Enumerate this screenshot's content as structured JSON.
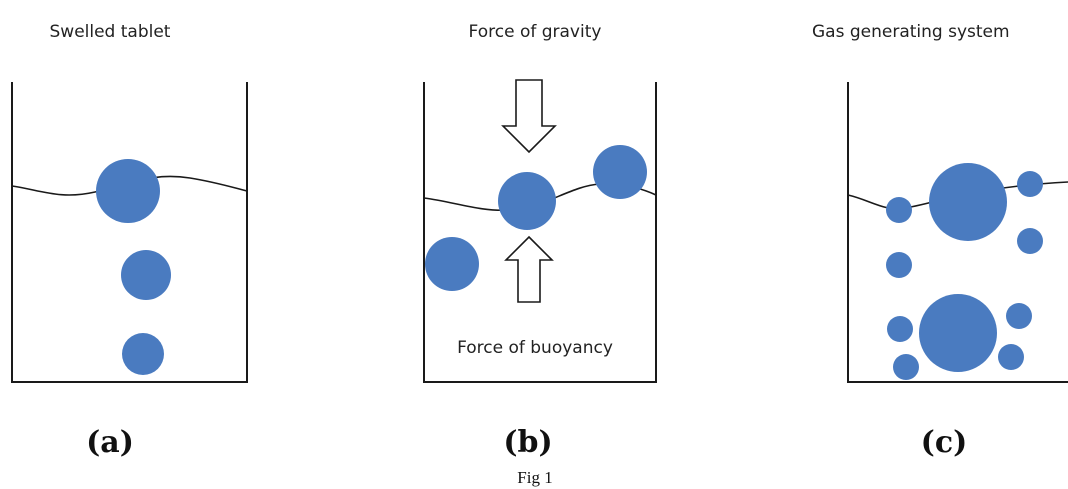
{
  "figure": {
    "caption": "Fig 1",
    "colors": {
      "tablet": "#4a7bc0",
      "line": "#1a1a1a",
      "background": "#ffffff"
    },
    "panels": [
      {
        "id": "a",
        "title": "Swelled tablet",
        "letter": "(a)"
      },
      {
        "id": "b",
        "title": "Force of gravity",
        "letter": "(b)",
        "bottom_label": "Force of buoyancy",
        "arrows": [
          "downward-arrow",
          "upward-arrow"
        ]
      },
      {
        "id": "c",
        "title": "Gas generating system",
        "letter": "(c)"
      }
    ]
  }
}
